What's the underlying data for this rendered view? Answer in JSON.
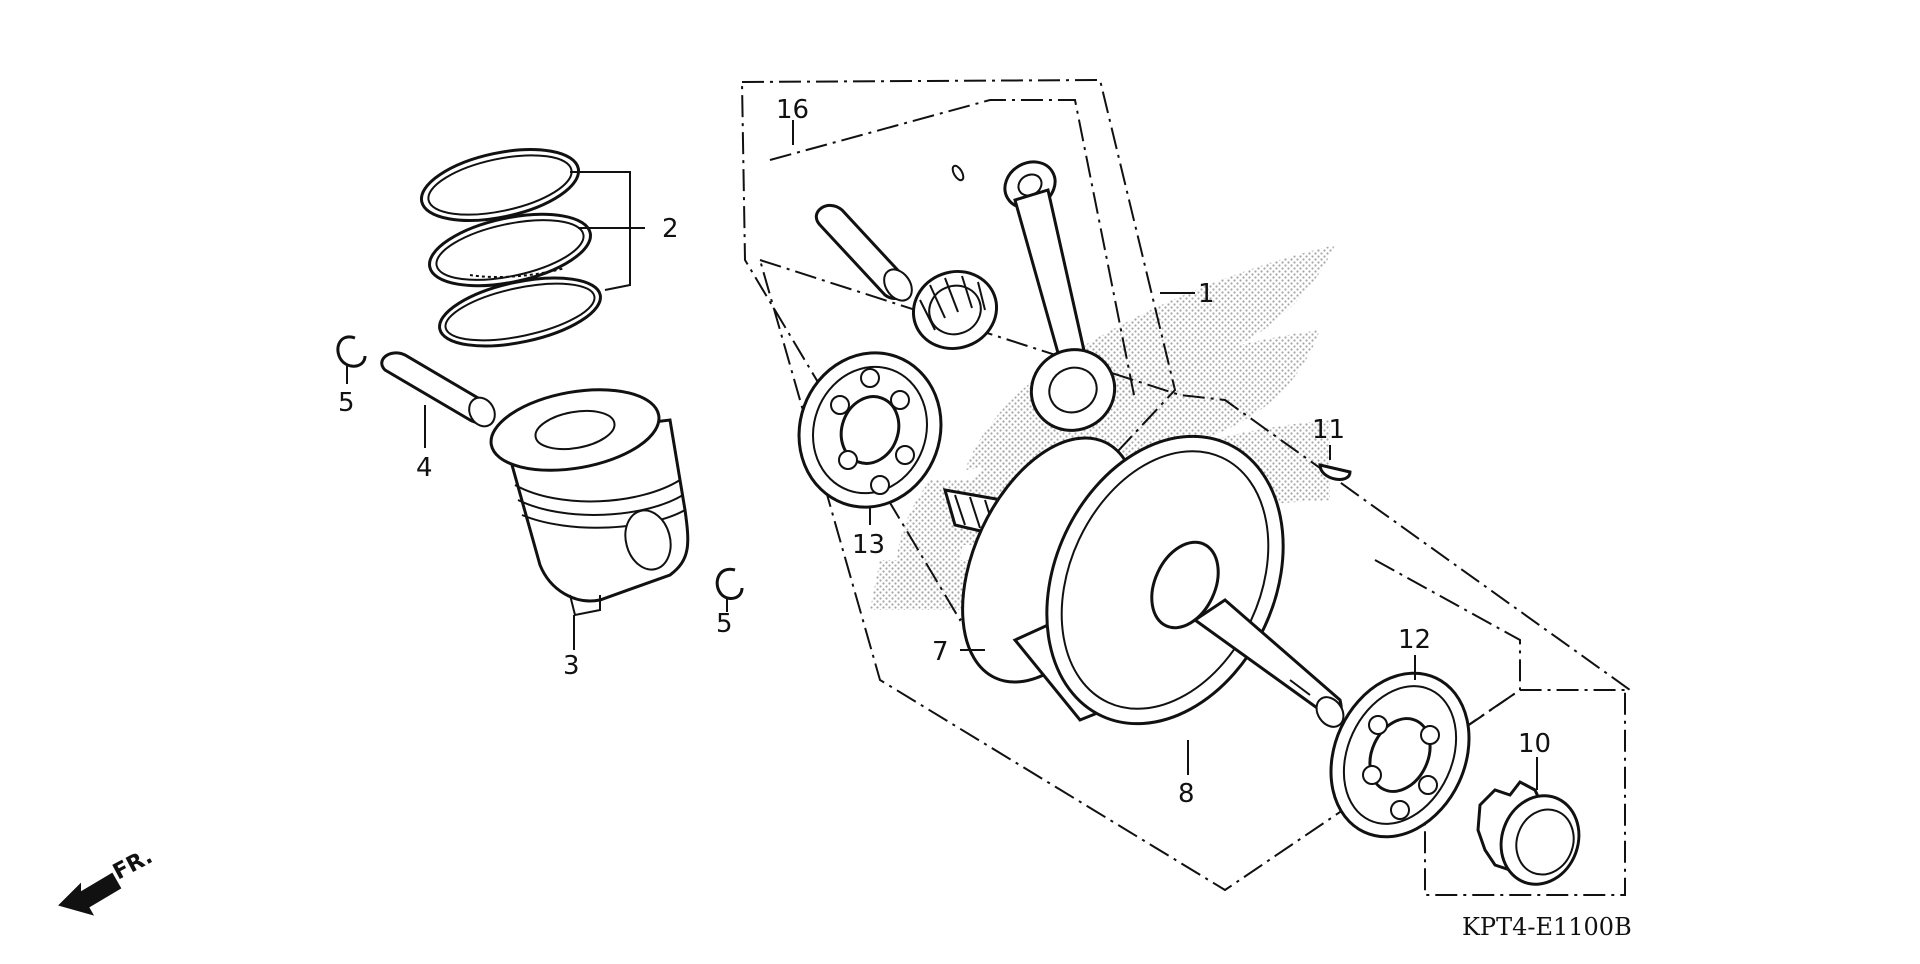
{
  "diagram": {
    "callouts": [
      {
        "id": "1",
        "text": "1"
      },
      {
        "id": "2",
        "text": "2"
      },
      {
        "id": "3",
        "text": "3"
      },
      {
        "id": "4",
        "text": "4"
      },
      {
        "id": "5a",
        "text": "5"
      },
      {
        "id": "5b",
        "text": "5"
      },
      {
        "id": "7",
        "text": "7"
      },
      {
        "id": "8",
        "text": "8"
      },
      {
        "id": "10",
        "text": "10"
      },
      {
        "id": "11",
        "text": "11"
      },
      {
        "id": "12",
        "text": "12"
      },
      {
        "id": "13",
        "text": "13"
      },
      {
        "id": "16",
        "text": "16"
      }
    ],
    "drawing_code": "KPT4-E1100B",
    "direction_label": "FR."
  }
}
